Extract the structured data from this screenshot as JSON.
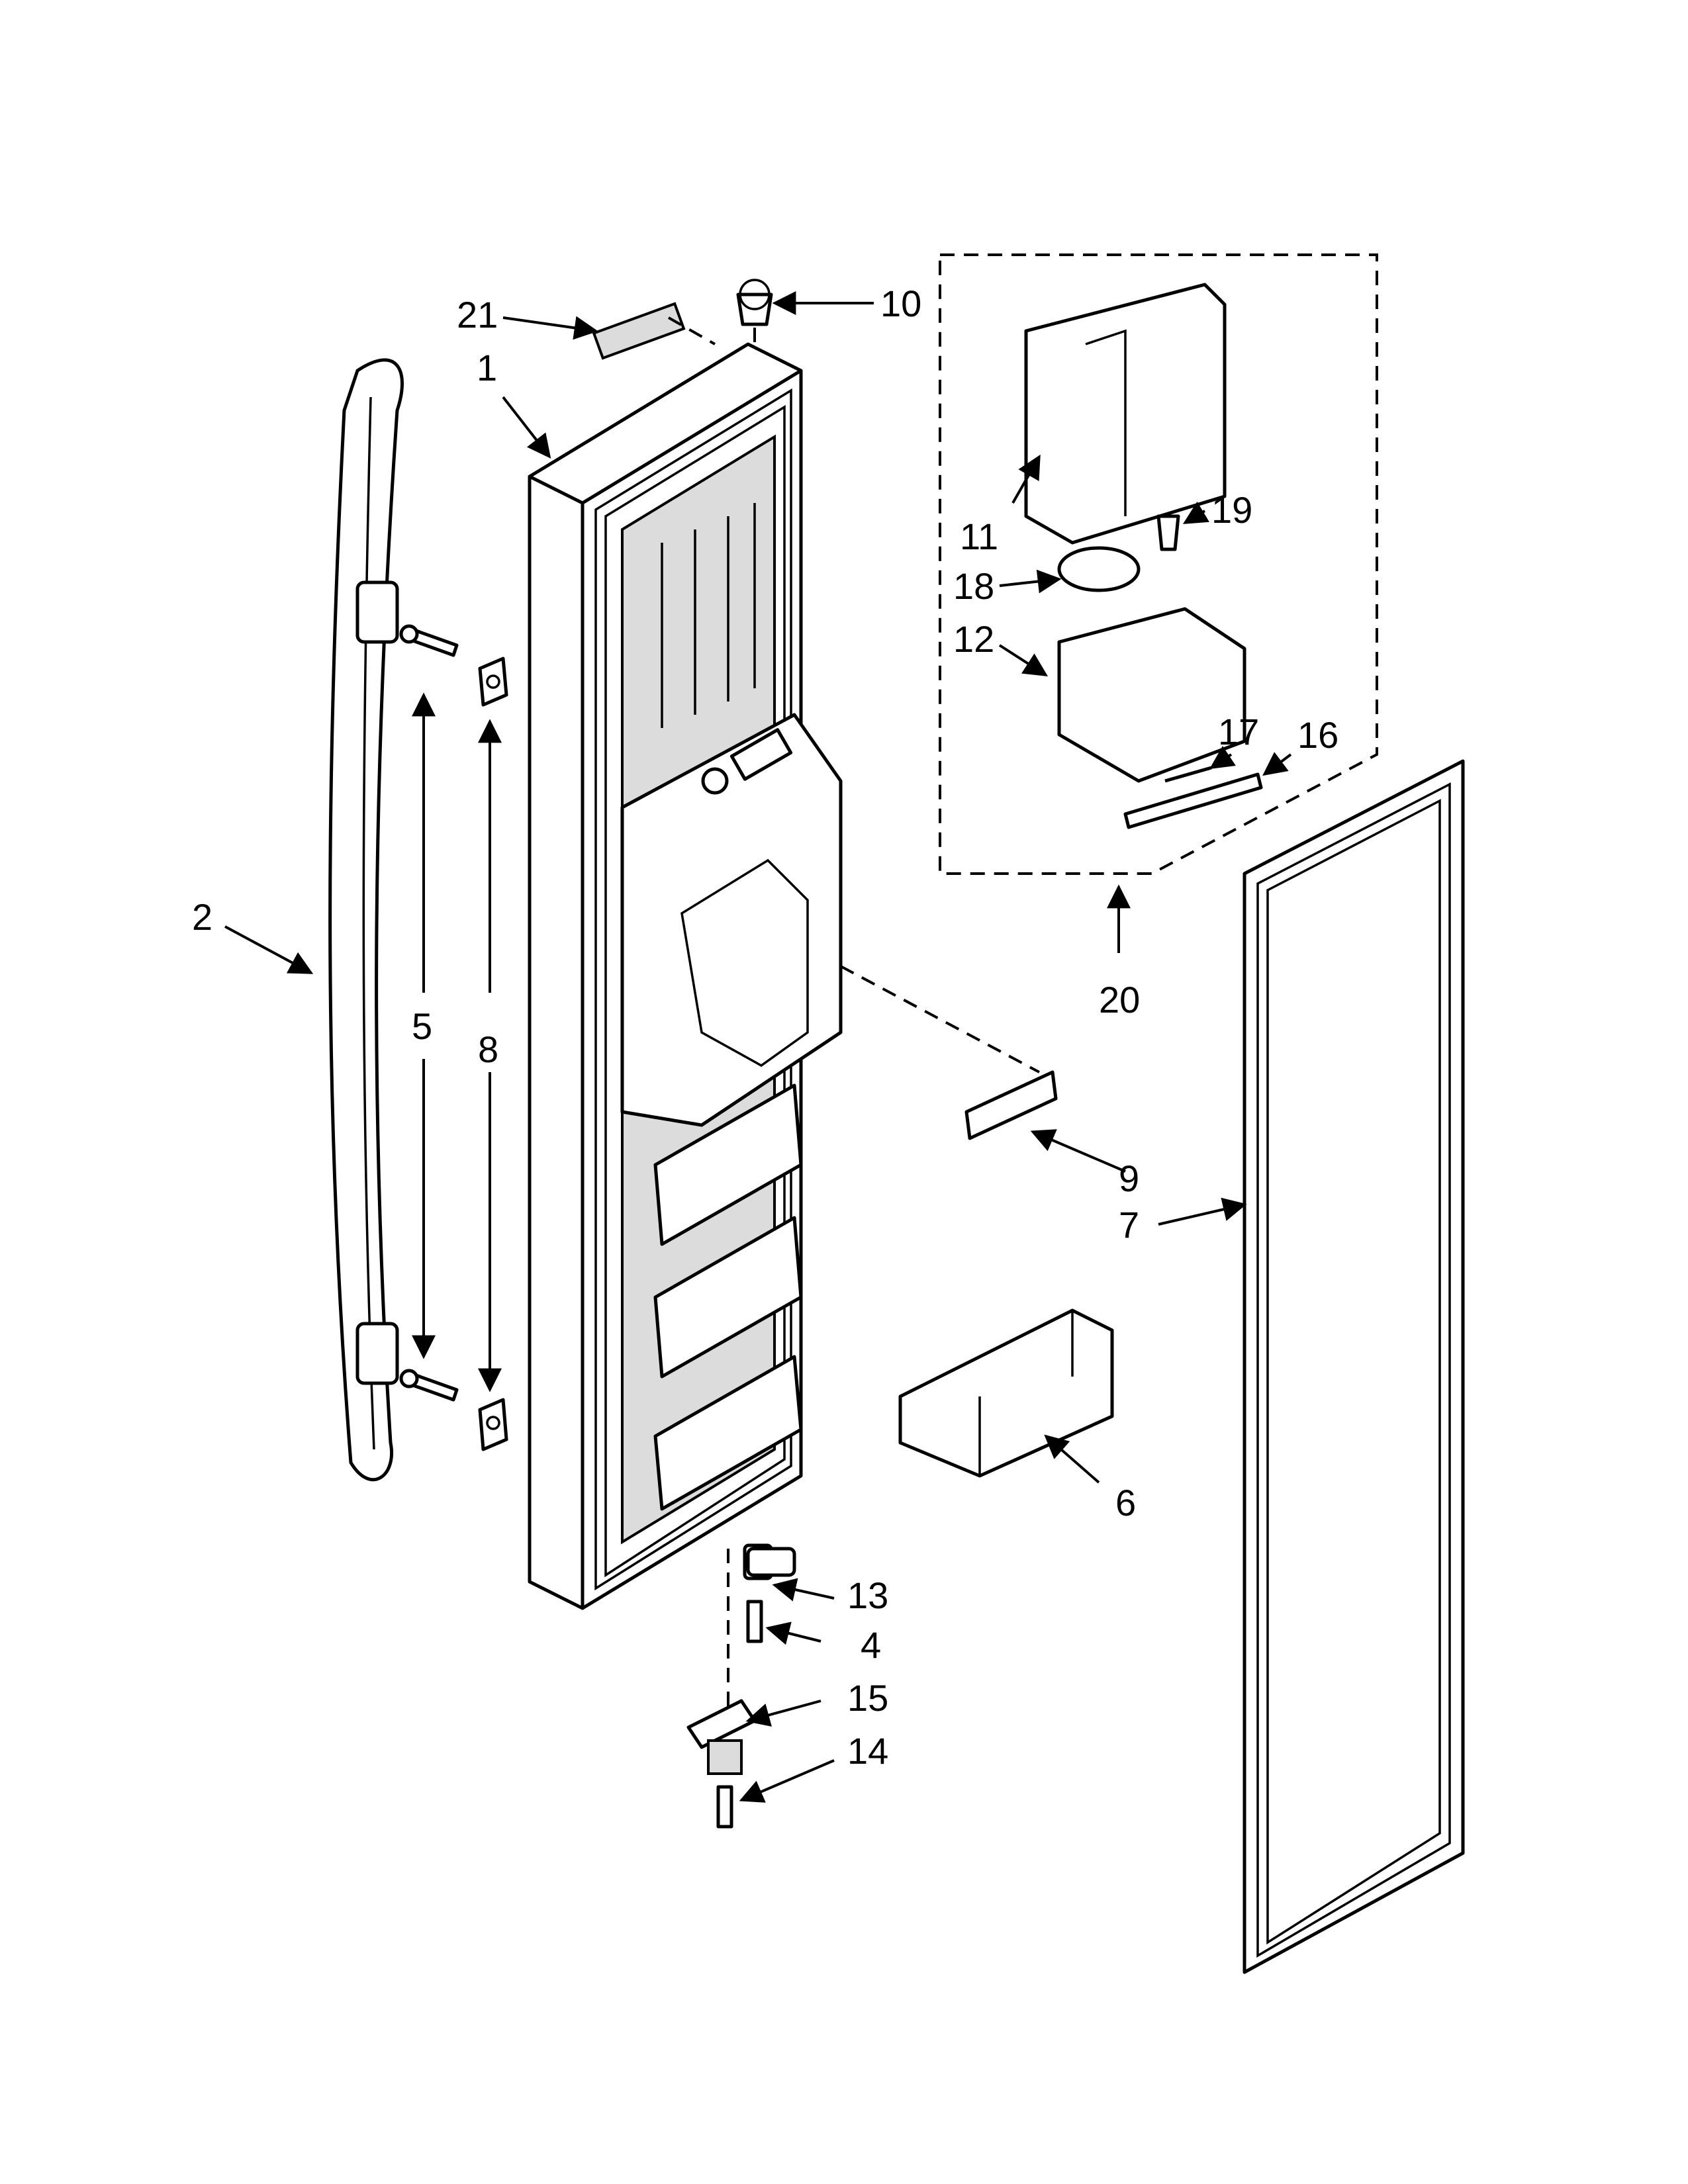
{
  "diagram": {
    "type": "exploded-parts-view",
    "callouts": [
      {
        "id": "c1",
        "label": "1"
      },
      {
        "id": "c2",
        "label": "2"
      },
      {
        "id": "c4",
        "label": "4"
      },
      {
        "id": "c5",
        "label": "5"
      },
      {
        "id": "c6",
        "label": "6"
      },
      {
        "id": "c7",
        "label": "7"
      },
      {
        "id": "c8",
        "label": "8"
      },
      {
        "id": "c9",
        "label": "9"
      },
      {
        "id": "c10",
        "label": "10"
      },
      {
        "id": "c11",
        "label": "11"
      },
      {
        "id": "c12",
        "label": "12"
      },
      {
        "id": "c13",
        "label": "13"
      },
      {
        "id": "c14",
        "label": "14"
      },
      {
        "id": "c15",
        "label": "15"
      },
      {
        "id": "c16",
        "label": "16"
      },
      {
        "id": "c17",
        "label": "17"
      },
      {
        "id": "c18",
        "label": "18"
      },
      {
        "id": "c19",
        "label": "19"
      },
      {
        "id": "c20",
        "label": "20"
      },
      {
        "id": "c21",
        "label": "21"
      }
    ]
  }
}
